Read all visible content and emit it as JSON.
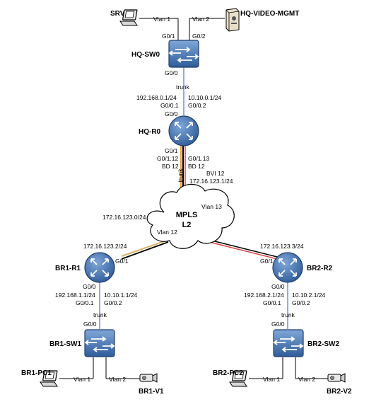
{
  "devices": {
    "hq_sw0": "HQ-SW0",
    "hq_r0": "HQ-R0",
    "br1_r1": "BR1-R1",
    "br2_r2": "BR2-R2",
    "br1_sw1": "BR1-SW1",
    "br2_sw2": "BR2-SW2",
    "srv": "SRV",
    "hq_video": "HQ-VIDEO-MGMT",
    "br1_pc1": "BR1-PC1",
    "br1_v1": "BR1-V1",
    "br2_pc2": "BR2-PC2",
    "br2_v2": "BR2-V2"
  },
  "cloud": {
    "line1": "MPLS",
    "line2": "L2"
  },
  "labels": {
    "hq_vlan1": "Vlan 1",
    "hq_vlan2": "Vlan 2",
    "hq_g01": "G0/1",
    "hq_g02": "G0/2",
    "hq_sw_g00": "G0/0",
    "hq_trunk": "trunk",
    "hq_net1": "192.168.0.1/24",
    "hq_net2": "10.10.0.1/24",
    "hq_g001": "G0/0.1",
    "hq_g002": "G0/0.2",
    "hq_r_g00": "G0/0",
    "hq_r_g01": "G0/1",
    "hq_r_g0112": "G0/1.12",
    "hq_r_g0113": "G0/1.13",
    "hq_bd12_left": "BD 12",
    "hq_bd12_right": "BD 12",
    "hq_trunk_vert": "trunk",
    "hq_bvi": "BVI 12",
    "hq_bvi_ip": "172.16.123.1/24",
    "vlan13": "Vlan 13",
    "vlan12": "Vlan 12",
    "mpls_net": "172.16.123.0/24",
    "br1_ip": "172.16.123.2/24",
    "br2_ip": "172.16.123.3/24",
    "br1_r_g01": "G0/1",
    "br2_r_g01": "G0/1",
    "br1_r_g00": "G0/0",
    "br2_r_g00": "G0/0",
    "br1_net1": "192.168.1.1/24",
    "br1_net2": "10.10.1.1/24",
    "br1_g001": "G0/0.1",
    "br1_g002": "G0/0.2",
    "br2_net1": "192.168.2.1/24",
    "br2_net2": "10.10.2.1/24",
    "br2_g001": "G0/0.1",
    "br2_g002": "G0/0.2",
    "br1_trunk": "trunk",
    "br2_trunk": "trunk",
    "br1_sw_g00": "G0/0",
    "br2_sw_g00": "G0/0",
    "br1_vlan1": "Vlan 1",
    "br1_vlan2": "Vlan 2",
    "br2_vlan1": "Vlan 1",
    "br2_vlan2": "Vlan 2"
  },
  "colors": {
    "switch_fill": "#4f81bd",
    "router_fill": "#4f81bd",
    "link_blue": "#4f6fdf",
    "link_black": "#000000",
    "link_orange": "#f0a030",
    "link_red": "#e04040",
    "link_tan": "#d9b56a"
  }
}
